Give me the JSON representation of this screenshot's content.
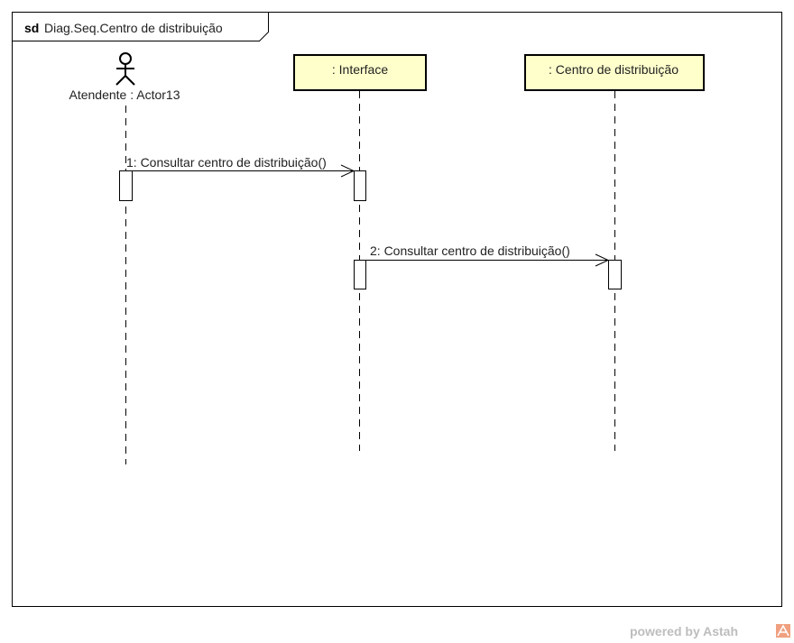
{
  "frame": {
    "keyword": "sd",
    "name": "Diag.Seq.Centro de distribuição"
  },
  "actor": {
    "label": "Atendente : Actor13"
  },
  "lifelines": [
    {
      "label": ": Interface"
    },
    {
      "label": ": Centro de distribuição"
    }
  ],
  "messages": [
    {
      "label": "1: Consultar centro de distribuição()"
    },
    {
      "label": "2: Consultar centro de distribuição()"
    }
  ],
  "watermark": {
    "text": "powered by Astah"
  },
  "colors": {
    "lifeline_head_fill": "#ffffcc",
    "line": "#000000"
  }
}
